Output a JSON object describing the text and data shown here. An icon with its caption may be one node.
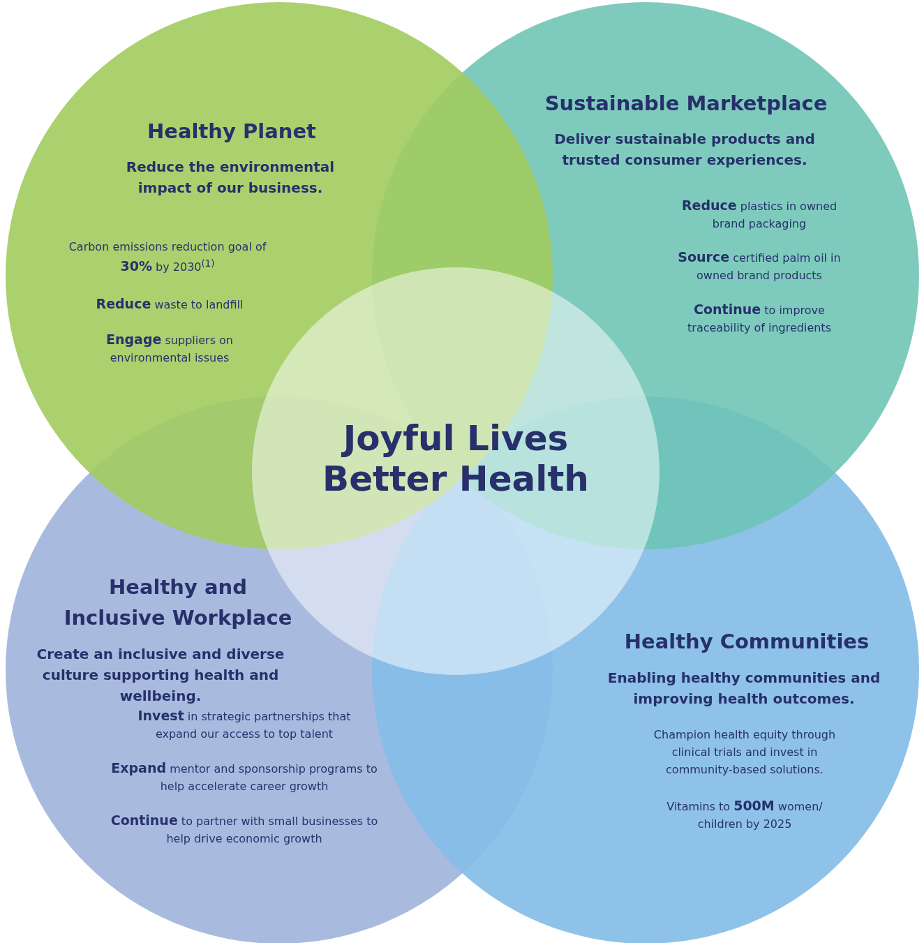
{
  "diagram": {
    "nodes": [
      {
        "text": [
          "Healthy Planet",
          "Reduce the environmental impact of our business.",
          "Carbon emissions reduction goal of **30%** by 2030$^{(1)}$",
          "**Reduce** waste to landfill",
          "**Engage** suppliers on environmental issues"
        ]
      },
      {
        "text": [
          "Sustainable Marketplace",
          "Deliver sustainable products and trusted consumer experiences.",
          "**Reduce** plastics in owned brand packaging",
          "**Source** certified palm oil in owned brand products",
          "**Continue** to improve traceability of ingredients"
        ]
      },
      {
        "text": [
          "Joyful Lives Better Health"
        ]
      },
      {
        "text": [
          "Healthy and Inclusive Workplace",
          "Create an inclusive and diverse culture supporting health and wellbeing.",
          "**Invest** in strategic partnerships that expand our access to top talent",
          "**Expand** mentor and sponsorship programs to help accelerate career growth",
          "**Continue** to partner with small businesses to help drive economic growth"
        ]
      },
      {
        "text": [
          "Healthy Communities",
          "Enabling healthy communities and improving health outcomes.",
          "Champion health equity through clinical trials and invest in community-based solutions.",
          "Vitamins to **500M** women/ children by 2025"
        ]
      }
    ]
  }
}
